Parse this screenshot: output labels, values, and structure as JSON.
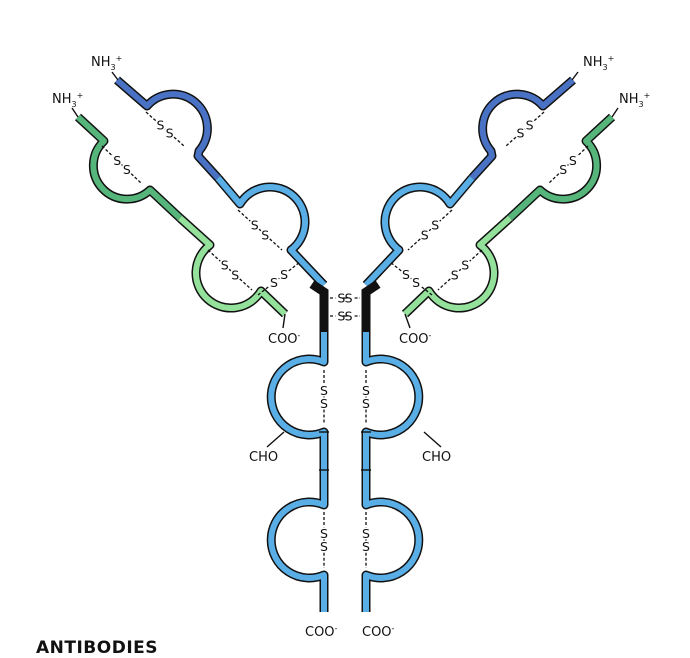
{
  "labels": {
    "amino_terminus": "NH",
    "amino_sub": "3",
    "amino_sup": "+",
    "carboxyl_terminus": "COO",
    "carboxyl_sup": "-",
    "carbohydrate": "CHO",
    "disulfide_atom": "S",
    "caption": "ANTIBODIES"
  },
  "colors": {
    "heavy_variable": "#4a72c4",
    "heavy_constant": "#5aaee6",
    "light_variable": "#55b57a",
    "light_constant": "#93e19a",
    "hinge": "#111111",
    "outline": "#111111"
  }
}
